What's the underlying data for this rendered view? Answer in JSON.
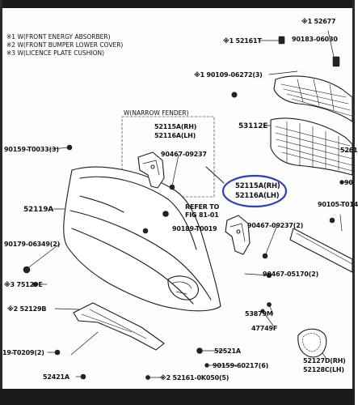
{
  "legend": [
    "※1 W(FRONT ENERGY ABSORBER)",
    "※2 W(FRONT BUMPER LOWER COVER)",
    "※3 W(LICENCE PLATE CUSHION)"
  ],
  "narrow_fender_title": "W(NARROW FENDER)",
  "refer_to": {
    "line1": "REFER TO",
    "line2": "FIG 81-01"
  },
  "highlight": {
    "line1": "52115A(RH)",
    "line2": "52116A(LH)",
    "color": "#2d3fbf"
  },
  "labels": {
    "p52677": "※1 52677",
    "p90183": "90183-06030",
    "p52161T": "※1 52161T",
    "p90109_06272": "※1 90109-06272(3)",
    "p53112E": "53112E",
    "p5261": "5261",
    "p90159_T0033": "90159-T0033(3)",
    "nf52115A": "52115A(RH)",
    "nf52116A": "52116A(LH)",
    "p90467_09237": "90467-09237",
    "p90_right": "90",
    "p90105_T014": "90105-T014",
    "p52119A": "52119A",
    "p90189_T0019": "90189-T0019",
    "p90467_09237_2": "90467-09237(2)",
    "p90179_06349": "90179-06349(2)",
    "p75129E": "※3 75129E",
    "p90467_05170": "90467-05170(2)",
    "p52129B": "※2 52129B",
    "p53879M": "53879M",
    "p47749F": "47749F",
    "p90159_T0209": "19-T0209(2)",
    "p52521A": "52521A",
    "p52421A": "52421A",
    "p90159_60217": "90159-60217(6)",
    "p52161_0K050": "※2 52161-0K050(5)",
    "p52127D": "52127D(RH)",
    "p52128C": "52128C(LH)"
  }
}
